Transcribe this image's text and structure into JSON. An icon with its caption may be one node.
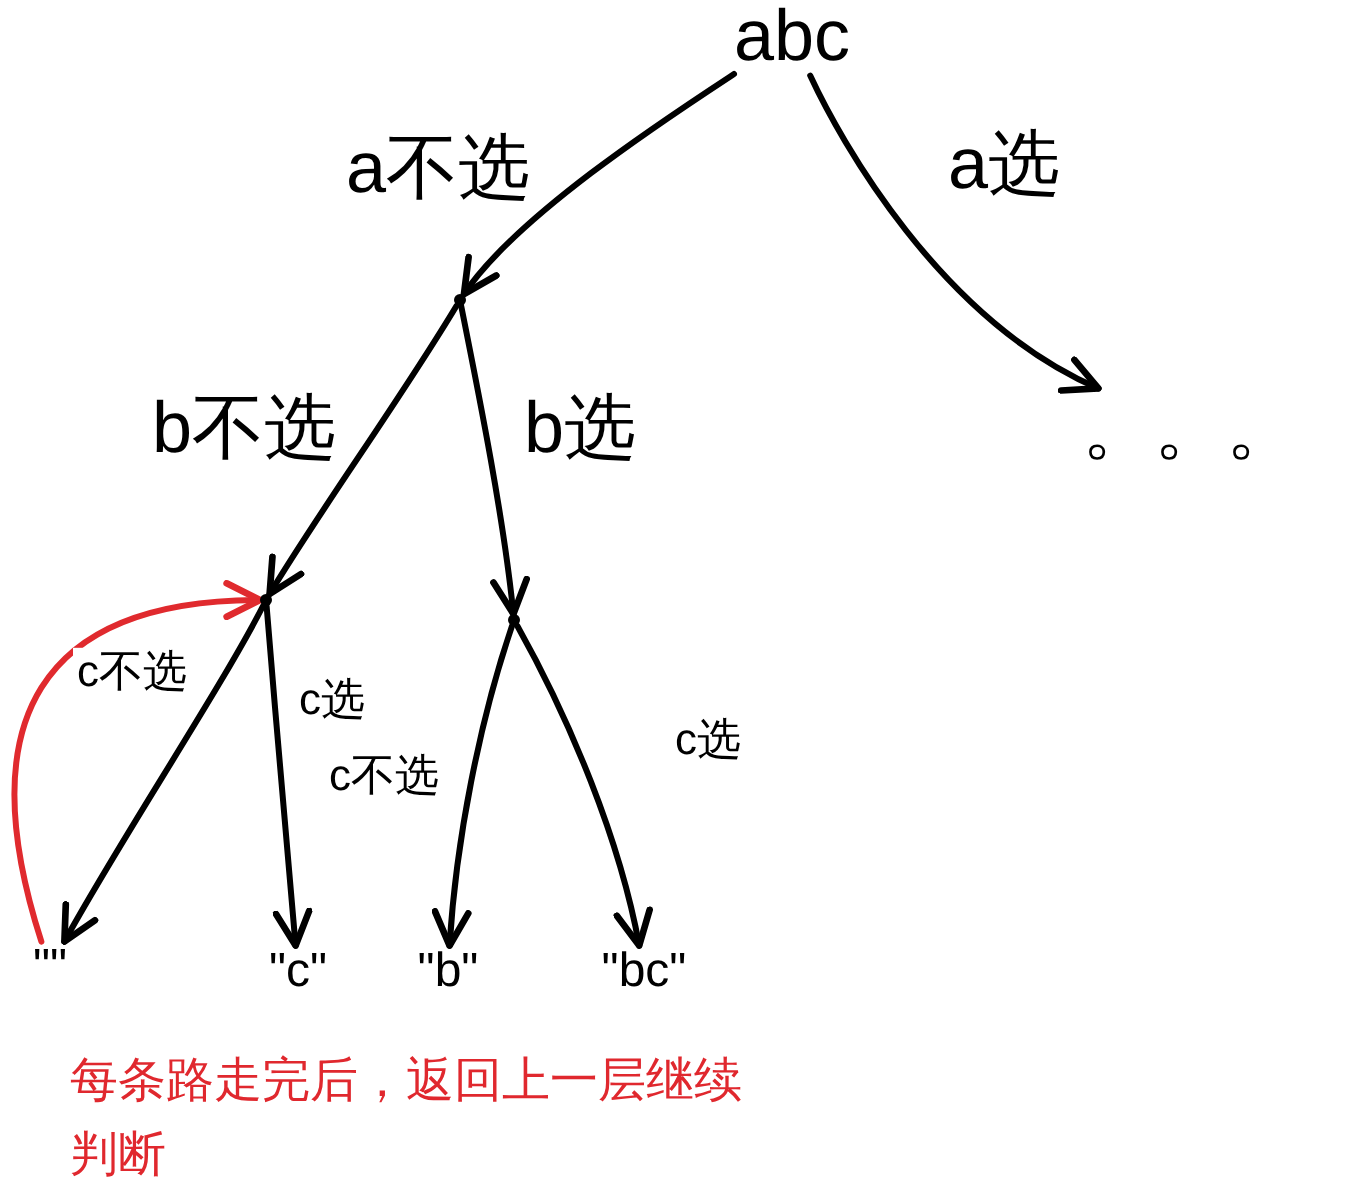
{
  "diagram": {
    "nodes": [
      {
        "text": [
          "abc"
        ]
      },
      {
        "text": [],
        "shape": "dot"
      },
      {
        "text": [
          "。。。"
        ]
      },
      {
        "text": [],
        "shape": "dot"
      },
      {
        "text": [],
        "shape": "dot"
      },
      {
        "text": [
          "\"\""
        ]
      },
      {
        "text": [
          "\"c\""
        ]
      },
      {
        "text": [
          "\"b\""
        ]
      },
      {
        "text": [
          "\"bc\""
        ]
      }
    ],
    "edges": [
      {
        "from": 0,
        "to": 1,
        "arrow": "to",
        "label": "a不选"
      },
      {
        "from": 0,
        "to": 2,
        "arrow": "to",
        "label": "a选"
      },
      {
        "from": 1,
        "to": 3,
        "arrow": "to",
        "label": "b不选"
      },
      {
        "from": 1,
        "to": 4,
        "arrow": "to",
        "label": "b选"
      },
      {
        "from": 3,
        "to": 5,
        "arrow": "to",
        "label": "c不选"
      },
      {
        "from": 3,
        "to": 6,
        "arrow": "to",
        "label": "c选"
      },
      {
        "from": 4,
        "to": 7,
        "arrow": "to",
        "label": "c不选"
      },
      {
        "from": 4,
        "to": 8,
        "arrow": "to",
        "label": "c选"
      },
      {
        "from": 5,
        "to": 3,
        "arrow": "to",
        "color": "#e02a2e"
      }
    ],
    "labels": [
      "每条路走完后，返回上一层继续判断"
    ]
  }
}
